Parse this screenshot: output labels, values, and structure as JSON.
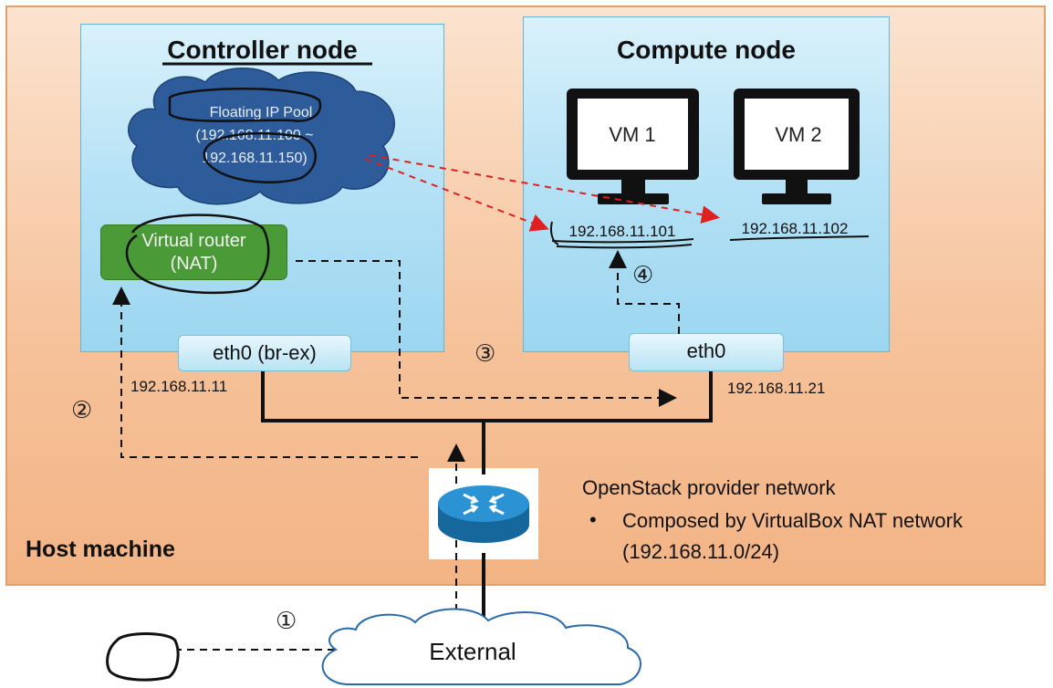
{
  "host": {
    "label": "Host machine"
  },
  "controller": {
    "title": "Controller node",
    "floating_pool": {
      "line1": "Floating IP Pool",
      "line2": "(192.168.11.100 ~",
      "line3": "192.168.11.150)"
    },
    "virtual_router": {
      "line1": "Virtual router",
      "line2": "(NAT)"
    },
    "interface": "eth0 (br-ex)",
    "ip": "192.168.11.11"
  },
  "compute": {
    "title": "Compute node",
    "vm1": {
      "label": "VM 1",
      "ip": "192.168.11.101"
    },
    "vm2": {
      "label": "VM 2",
      "ip": "192.168.11.102"
    },
    "interface": "eth0",
    "ip": "192.168.11.21"
  },
  "steps": {
    "s1": "①",
    "s2": "②",
    "s3": "③",
    "s4": "④"
  },
  "provider_network": {
    "title": "OpenStack provider network",
    "bullet": "•",
    "detail_line1": "Composed by VirtualBox NAT network",
    "detail_line2": "(192.168.11.0/24)"
  },
  "external": {
    "label": "External"
  },
  "colors": {
    "host_bg": "#f6c39c",
    "node_bg": "#b4e1f5",
    "cloud": "#2e5c9a",
    "router_green": "#4a9a37",
    "arrow_red": "#e02020",
    "router_icon": "#1f86c8"
  },
  "icons": {
    "router": "router-icon",
    "monitor": "monitor-icon",
    "cloud": "cloud-icon",
    "device": "device-icon"
  }
}
